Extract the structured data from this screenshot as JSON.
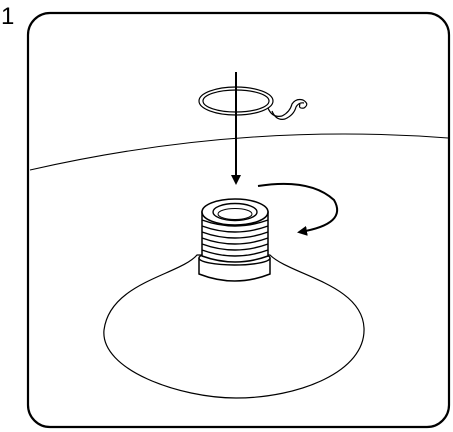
{
  "step": {
    "number": "1"
  },
  "colors": {
    "line": "#000000",
    "background": "#ffffff"
  },
  "illustration": {
    "subject": "suction-cup-assembly",
    "parts": [
      "ring-hook",
      "suction-cup",
      "threaded-stem",
      "flat-surface"
    ],
    "actions": [
      "insert-downward-arrow",
      "rotate-clockwise-arrow"
    ]
  }
}
